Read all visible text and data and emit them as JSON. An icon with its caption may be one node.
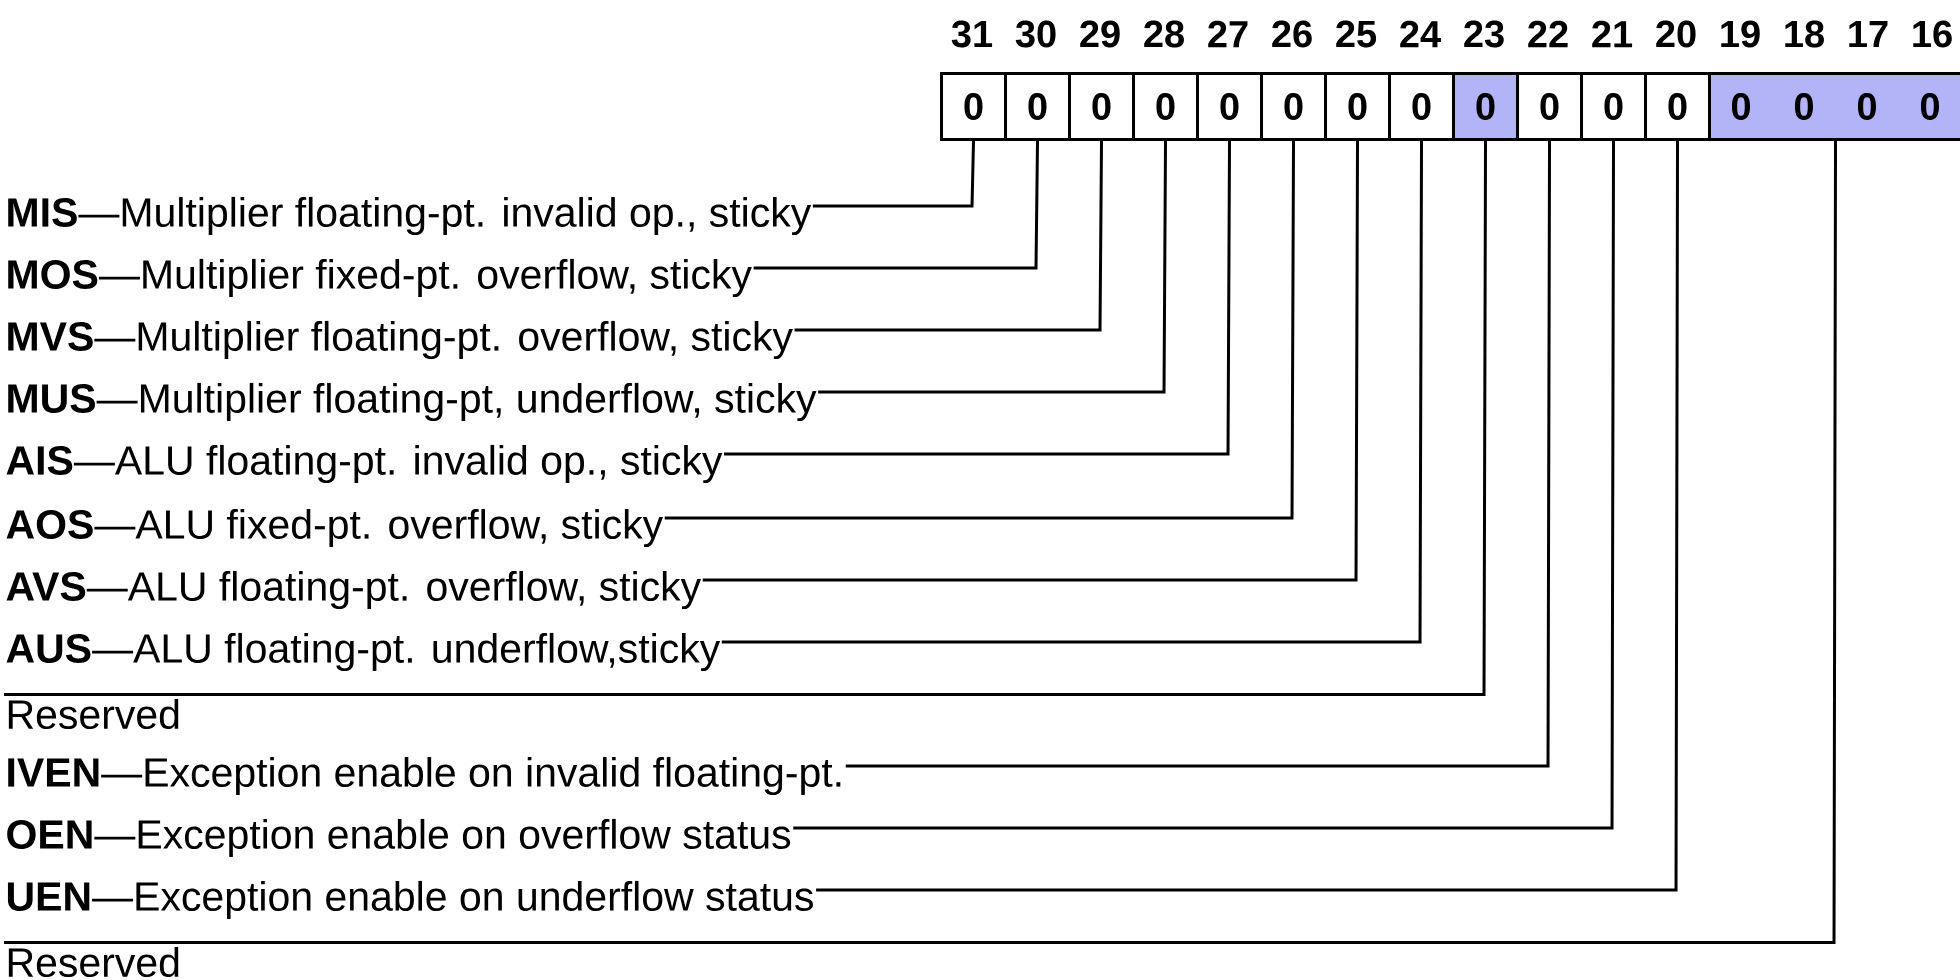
{
  "diagram": {
    "nodes": [
      {
        "text": [
          "0"
        ]
      },
      {
        "text": [
          "0"
        ]
      },
      {
        "text": [
          "0"
        ]
      },
      {
        "text": [
          "0"
        ]
      },
      {
        "text": [
          "0"
        ]
      },
      {
        "text": [
          "0"
        ]
      },
      {
        "text": [
          "0"
        ]
      },
      {
        "text": [
          "0"
        ]
      },
      {
        "text": [
          "0"
        ]
      },
      {
        "text": [
          "0"
        ]
      },
      {
        "text": [
          "0"
        ]
      },
      {
        "text": [
          "0"
        ]
      },
      {
        "text": [
          "0",
          "0",
          "0",
          "0"
        ]
      },
      {
        "text": [
          "**MIS**—Multiplier floating-pt. invalid op., sticky"
        ]
      },
      {
        "text": [
          "**MOS**—Multiplier fixed-pt. overflow, sticky"
        ]
      },
      {
        "text": [
          "**MVS**—Multiplier floating-pt. overflow, sticky"
        ]
      },
      {
        "text": [
          "**MUS**—Multiplier floating-pt, underflow, sticky"
        ]
      },
      {
        "text": [
          "**AIS**—ALU floating-pt. invalid op., sticky"
        ]
      },
      {
        "text": [
          "**AOS**—ALU fixed-pt. overflow, sticky"
        ]
      },
      {
        "text": [
          "**AVS**—ALU floating-pt. overflow, sticky"
        ]
      },
      {
        "text": [
          "**AUS**—ALU floating-pt. underflow,sticky"
        ]
      },
      {
        "text": [
          "Reserved"
        ]
      },
      {
        "text": [
          "**IVEN**—Exception enable on invalid floating-pt."
        ]
      },
      {
        "text": [
          "**OEN**—Exception enable on overflow status"
        ]
      },
      {
        "text": [
          "**UEN**—Exception enable on underflow status"
        ]
      },
      {
        "text": [
          "Reserved"
        ]
      }
    ],
    "edges": [
      {
        "from": 13,
        "to": 0,
        "arrow": "none"
      },
      {
        "from": 14,
        "to": 1,
        "arrow": "none"
      },
      {
        "from": 15,
        "to": 2,
        "arrow": "none"
      },
      {
        "from": 16,
        "to": 3,
        "arrow": "none"
      },
      {
        "from": 17,
        "to": 4,
        "arrow": "none"
      },
      {
        "from": 18,
        "to": 5,
        "arrow": "none"
      },
      {
        "from": 19,
        "to": 6,
        "arrow": "none"
      },
      {
        "from": 20,
        "to": 7,
        "arrow": "none"
      },
      {
        "from": 21,
        "to": 8,
        "arrow": "none"
      },
      {
        "from": 22,
        "to": 9,
        "arrow": "none"
      },
      {
        "from": 23,
        "to": 10,
        "arrow": "none"
      },
      {
        "from": 24,
        "to": 11,
        "arrow": "none"
      },
      {
        "from": 25,
        "to": 12,
        "arrow": "none"
      }
    ],
    "labels": [
      "31",
      "30",
      "29",
      "28",
      "27",
      "26",
      "25",
      "24",
      "23",
      "22",
      "21",
      "20",
      "19",
      "18",
      "17",
      "16"
    ]
  }
}
